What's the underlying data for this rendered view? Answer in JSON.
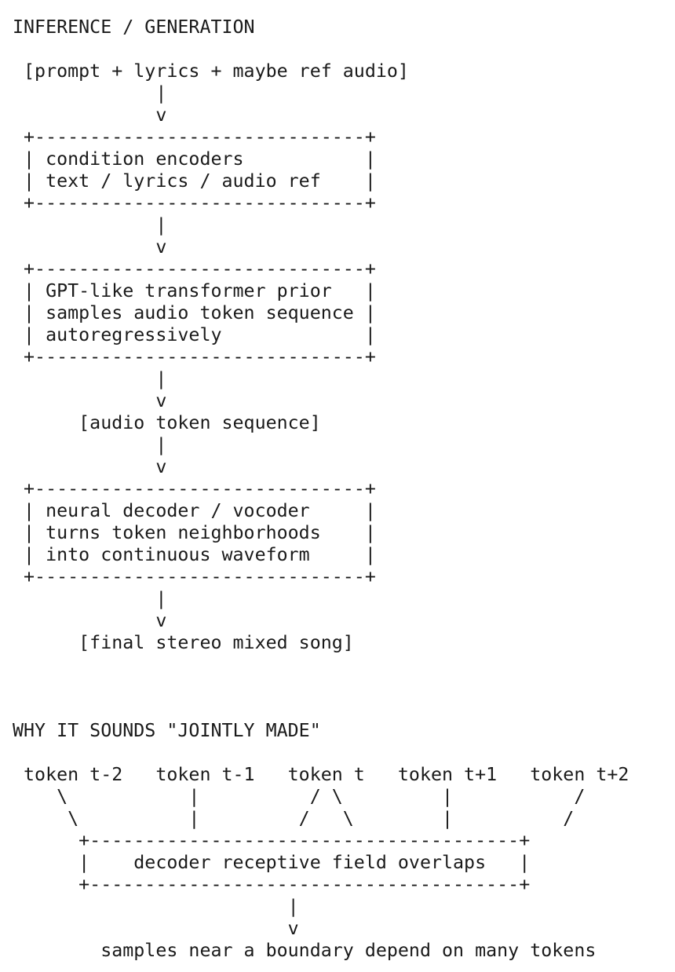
{
  "page": {
    "background_color": "#ffffff",
    "text_color": "#1a1a1a"
  },
  "sections": [
    {
      "title": "INFERENCE / GENERATION",
      "art": [
        " [prompt + lyrics + maybe ref audio]",
        "             |",
        "             v",
        " +------------------------------+",
        " | condition encoders           |",
        " | text / lyrics / audio ref    |",
        " +------------------------------+",
        "             |",
        "             v",
        " +------------------------------+",
        " | GPT-like transformer prior   |",
        " | samples audio token sequence |",
        " | autoregressively             |",
        " +------------------------------+",
        "             |",
        "             v",
        "      [audio token sequence]",
        "             |",
        "             v",
        " +------------------------------+",
        " | neural decoder / vocoder     |",
        " | turns token neighborhoods    |",
        " | into continuous waveform     |",
        " +------------------------------+",
        "             |",
        "             v",
        "      [final stereo mixed song]"
      ]
    },
    {
      "title": "WHY IT SOUNDS \"JOINTLY MADE\"",
      "art": [
        " token t-2   token t-1   token t   token t+1   token t+2",
        "    \\           |          / \\         |           /",
        "     \\          |         /   \\        |          /",
        "      +---------------------------------------+",
        "      |    decoder receptive field overlaps   |",
        "      +---------------------------------------+",
        "                         |",
        "                         v",
        "        samples near a boundary depend on many tokens"
      ]
    }
  ]
}
